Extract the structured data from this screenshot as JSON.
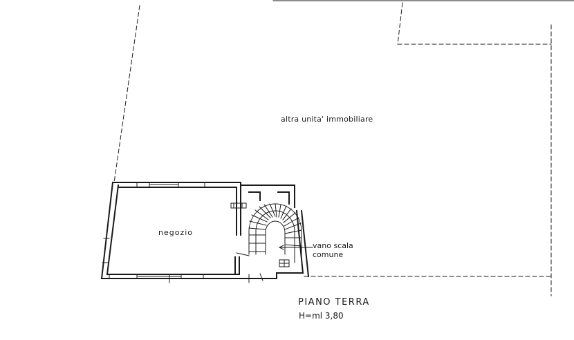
{
  "drawing": {
    "title": "PIANO TERRA",
    "height_note": "H=ml 3,80"
  },
  "rooms": {
    "other_unit": "altra unita' immobiliare",
    "shop": "negozio",
    "stair_line1": "vano scala",
    "stair_line2": "comune"
  },
  "colors": {
    "ink": "#1a1a1a",
    "paper": "#ffffff"
  }
}
